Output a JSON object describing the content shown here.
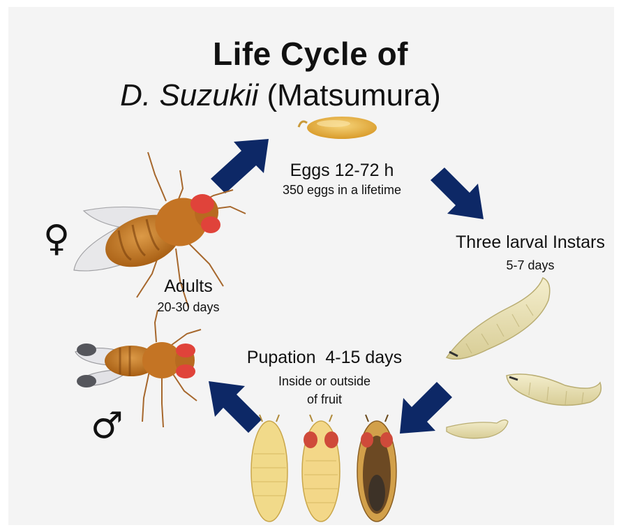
{
  "title": {
    "line1": "Life Cycle of",
    "species_italic": "D. Suzukii",
    "author": "(Matsumura)"
  },
  "stages": {
    "eggs": {
      "name": "Eggs 12-72 h",
      "detail": "350 eggs in a lifetime"
    },
    "larvae": {
      "name": "Three larval Instars",
      "detail": "5-7 days"
    },
    "pupae": {
      "name": "Pupation  4-15 days",
      "detail_line1": "Inside or outside",
      "detail_line2": "of fruit"
    },
    "adults": {
      "name": "Adults",
      "detail": "20-30 days"
    }
  },
  "symbols": {
    "female": "♀",
    "male": "♂"
  },
  "colors": {
    "arrow": "#0d2866",
    "panel_bg": "#f4f4f4",
    "fly_body": "#c8781f",
    "fly_eye": "#e0433a",
    "larva": "#ece4b8",
    "pupa": "#f0d88a"
  }
}
